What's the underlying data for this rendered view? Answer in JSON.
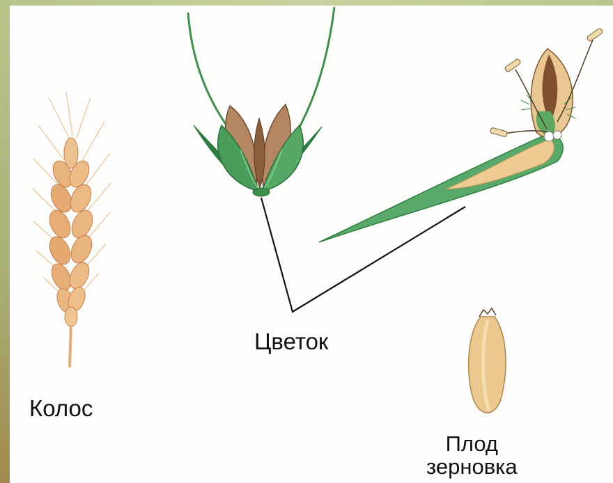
{
  "labels": {
    "ear": "Колос",
    "flower": "Цветок",
    "fruit_line1": "Плод",
    "fruit_line2": "зерновка"
  },
  "colors": {
    "frame": "#b3bf86",
    "leaf_green": "#3f9a52",
    "leaf_light": "#9ecf8a",
    "petal_brown": "#b78a62",
    "grain_tan": "#e9c892",
    "ear_wheat": "#e2b27a",
    "leader_line": "#111111"
  },
  "icons": [
    "wheat-ear-illustration",
    "flower-illustration",
    "flower-dissected-illustration",
    "grain-illustration"
  ]
}
